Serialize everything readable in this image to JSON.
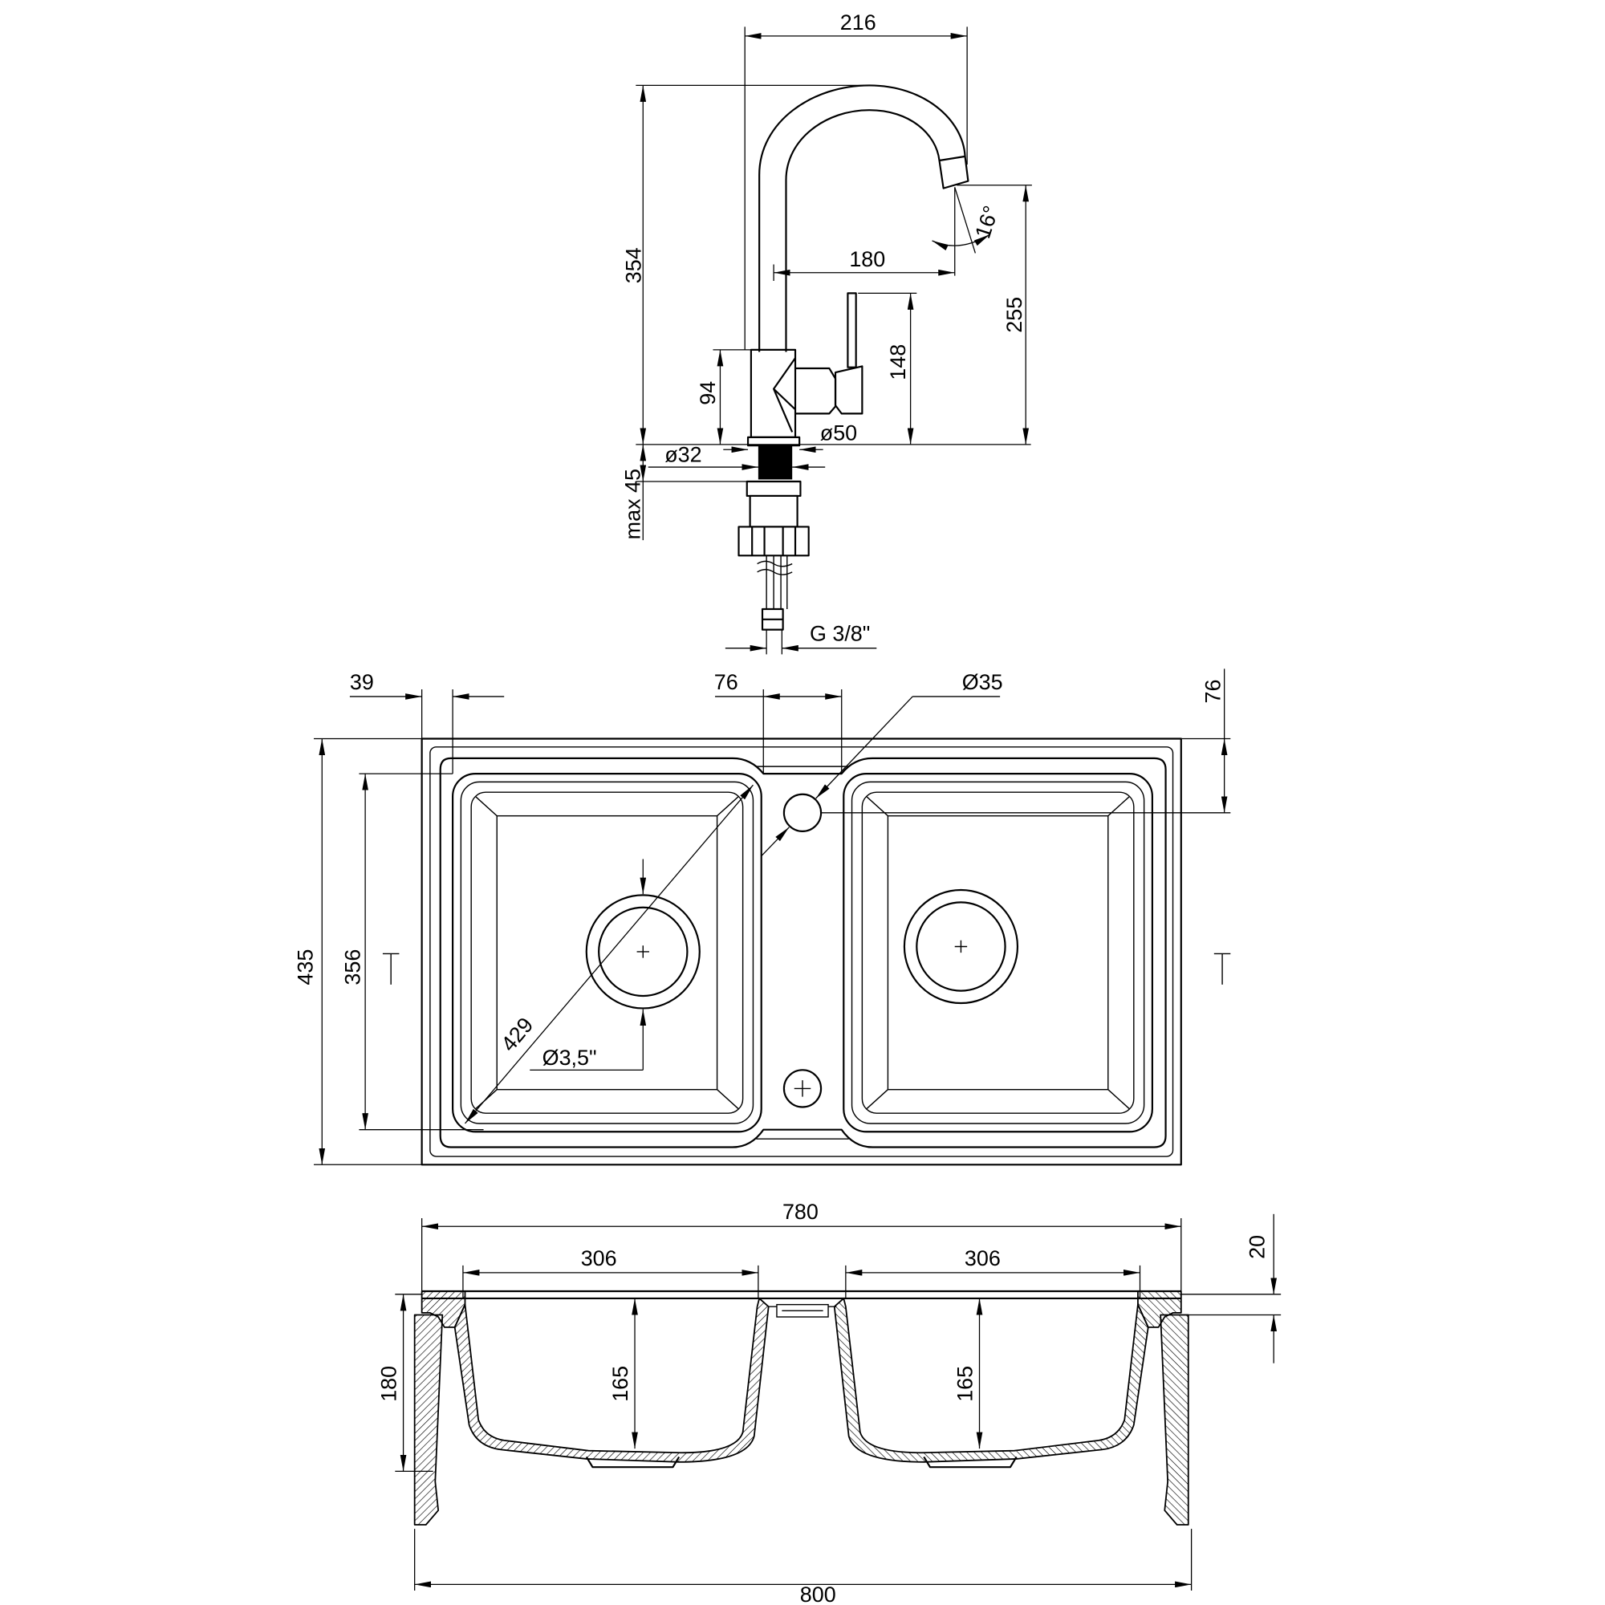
{
  "colors": {
    "line": "#000000",
    "background": "#ffffff"
  },
  "faucet": {
    "width": "216",
    "height": "354",
    "reach": "180",
    "spout_angle": "16°",
    "spout_height": "255",
    "lever_height": "148",
    "body_height": "94",
    "hole_diameter": "ø32",
    "base_diameter": "ø50",
    "max_thickness": "max 45",
    "connection": "G 3/8\""
  },
  "sink_top_view": {
    "rim_width": "39",
    "bridge_width": "76",
    "overflow_diameter": "Ø35",
    "overflow_offset": "76",
    "total_depth": "435",
    "bowl_depth": "356",
    "bowl_diagonal": "429",
    "drain_diameter": "Ø3,5\""
  },
  "sink_section": {
    "cutout_width": "780",
    "left_bowl_width": "306",
    "right_bowl_width": "306",
    "rim_height": "20",
    "total_height": "180",
    "left_bowl_depth": "165",
    "right_bowl_depth": "165",
    "total_width": "800"
  }
}
